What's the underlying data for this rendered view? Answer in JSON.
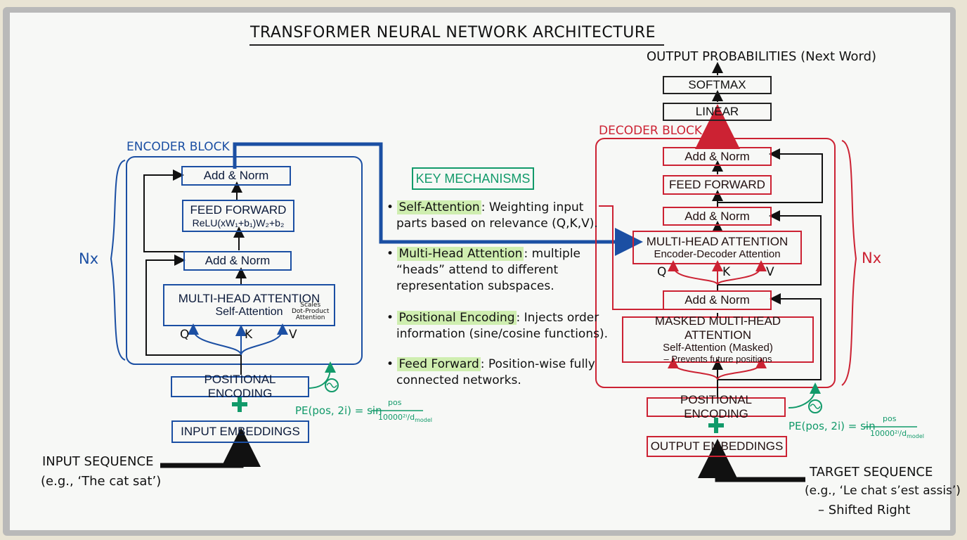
{
  "title": "TRANSFORMER NEURAL NETWORK ARCHITECTURE",
  "output_label": "OUTPUT PROBABILITIES (Next Word)",
  "encoder": {
    "label": "ENCODER BLOCK",
    "nx": "Nx",
    "add_norm_top": "Add & Norm",
    "feed_forward": "FEED FORWARD",
    "ff_formula": "ReLU(xW₁+b₁)W₂+b₂",
    "add_norm_mid": "Add & Norm",
    "mha": "MULTI-HEAD ATTENTION",
    "mha_sub": "Self-Attention",
    "mha_note_1": "Scales",
    "mha_note_2": "Dot-Product",
    "mha_note_3": "Attention",
    "q": "Q",
    "k": "K",
    "v": "V",
    "positional_encoding": "POSITIONAL ENCODING",
    "plus": "+",
    "input_embeddings": "INPUT EMBEDDINGS",
    "pe_formula_left": "PE(pos, 2i) = sin",
    "pe_num": "pos",
    "pe_den": "10000²ⁱ/d",
    "pe_den_sub": "model",
    "input_sequence": "INPUT SEQUENCE",
    "input_example": "(e.g., ‘The cat sat’)"
  },
  "key": {
    "heading": "KEY MECHANISMS",
    "items": [
      {
        "term": "Self-Attention",
        "line1": ": Weighting input",
        "line2": "parts based on relevance (Q,K,V).",
        "line3": ""
      },
      {
        "term": "Multi-Head Attention",
        "line1": ": multiple",
        "line2": "“heads” attend to different",
        "line3": "representation subspaces."
      },
      {
        "term": "Positional Encoding",
        "line1": ": Injects order",
        "line2": "information (sine/cosine functions).",
        "line3": ""
      },
      {
        "term": "Feed Forward",
        "line1": ": Position-wise fully",
        "line2": "connected networks.",
        "line3": ""
      }
    ]
  },
  "decoder": {
    "label": "DECODER BLOCK",
    "nx": "Nx",
    "softmax": "SOFTMAX",
    "linear": "LINEAR",
    "add_norm_1": "Add & Norm",
    "feed_forward": "FEED FORWARD",
    "add_norm_2": "Add & Norm",
    "mha": "MULTI-HEAD ATTENTION",
    "mha_sub": "Encoder-Decoder Attention",
    "q": "Q",
    "k": "K",
    "v": "V",
    "add_norm_3": "Add & Norm",
    "masked": "MASKED MULTI-HEAD ATTENTION",
    "masked_sub": "Self-Attention (Masked)",
    "masked_sub2": "– Prevents future positions",
    "positional_encoding": "POSITIONAL ENCODING",
    "plus": "+",
    "output_embeddings": "OUTPUT EMBEDDINGS",
    "pe_formula_left": "PE(pos, 2i) = sin",
    "pe_num": "pos",
    "pe_den": "10000²ⁱ/d",
    "pe_den_sub": "model",
    "target_sequence": "TARGET SEQUENCE",
    "target_example": "(e.g., ‘Le chat s’est assis’)",
    "shifted": "– Shifted Right"
  },
  "colors": {
    "encoder": "#1b4fa3",
    "decoder": "#cc2233",
    "accent": "#129a6a",
    "highlight": "#cfeeb0"
  }
}
